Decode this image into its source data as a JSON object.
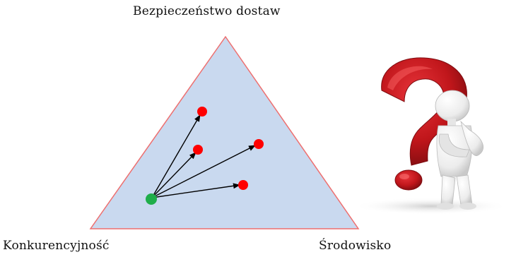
{
  "labels": {
    "top": "Bezpieczeństwo dostaw",
    "left": "Konkurencyjność",
    "right": "Środowisko"
  },
  "colors": {
    "triangle_fill": "#c9d9ef",
    "triangle_stroke": "#ee6f6f",
    "origin_point": "#1fae4a",
    "target_point": "#ff0000",
    "arrow": "#000000",
    "question_mark": "#c4181b",
    "figure": "#f2f2f2"
  },
  "illustration": "question-mark-figure"
}
